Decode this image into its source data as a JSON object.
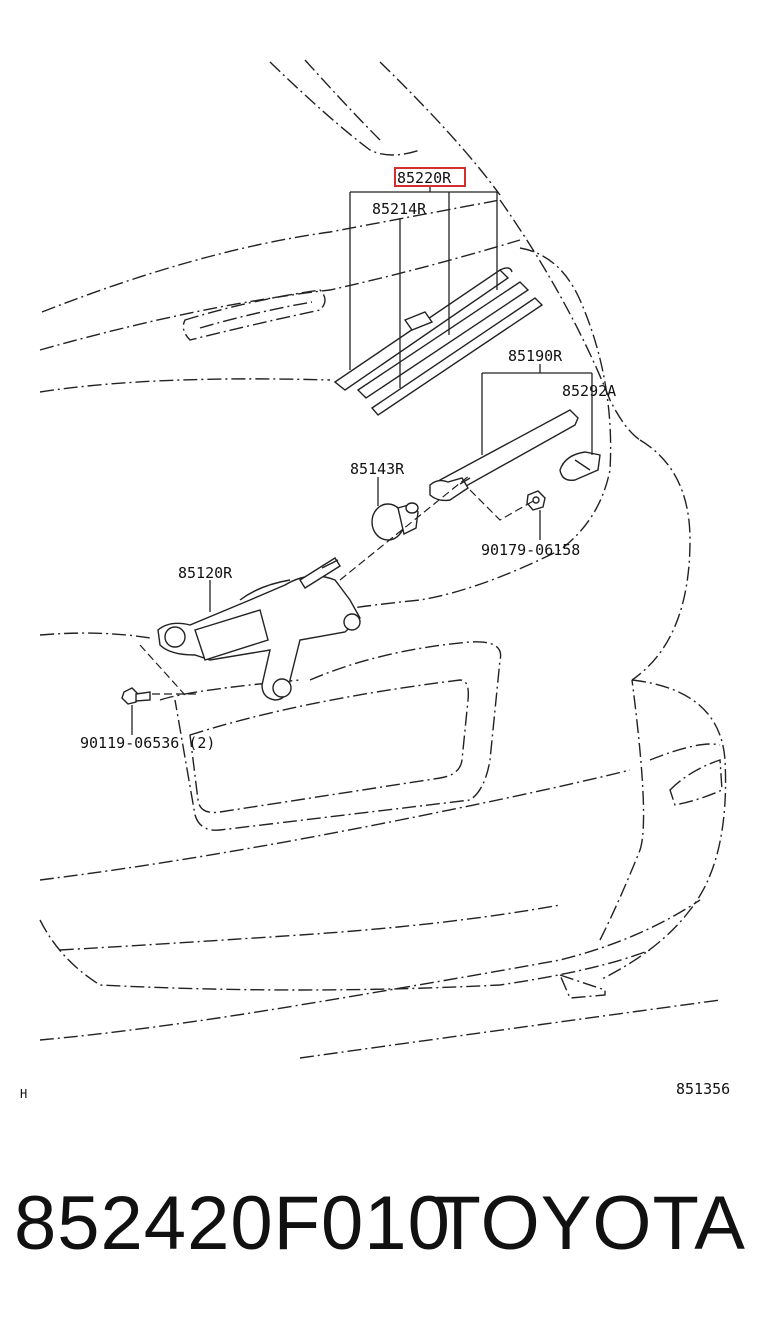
{
  "diagram": {
    "highlighted_label": "85220R",
    "labels": {
      "wiper_blade_assy": "85220R",
      "wiper_blade": "85214R",
      "wiper_arm": "85190R",
      "arm_cap": "85292A",
      "pivot_cover": "85143R",
      "nut": "90179-06158",
      "wiper_motor": "85120R",
      "bolt": "90119-06536 (2)"
    },
    "corner_left": "H",
    "figure_code": "851356"
  },
  "footer": {
    "part_number": "852420F010",
    "brand": "TOYOTA"
  },
  "colors": {
    "highlight": "#d32f2f",
    "line": "#222222"
  }
}
